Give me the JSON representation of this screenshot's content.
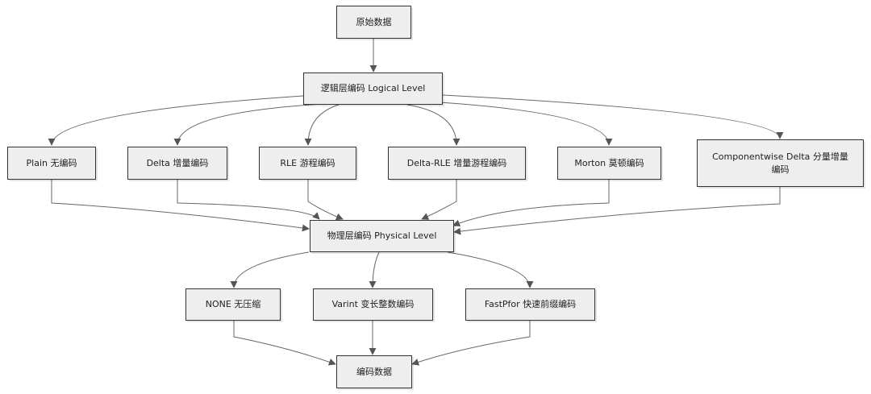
{
  "diagram": {
    "nodes": {
      "raw": "原始数据",
      "logical": "逻辑层编码 Logical Level",
      "plain": "Plain 无编码",
      "delta": "Delta 增量编码",
      "rle": "RLE 游程编码",
      "delta_rle": "Delta-RLE 增量游程编码",
      "morton": "Morton 莫顿编码",
      "componentwise": "Componentwise Delta 分量增量编码",
      "physical": "物理层编码 Physical Level",
      "none": "NONE 无压缩",
      "varint": "Varint 变长整数编码",
      "fastpfor": "FastPfor 快速前缀编码",
      "encoded": "编码数据"
    },
    "edges": [
      [
        "raw",
        "logical"
      ],
      [
        "logical",
        "plain"
      ],
      [
        "logical",
        "delta"
      ],
      [
        "logical",
        "rle"
      ],
      [
        "logical",
        "delta_rle"
      ],
      [
        "logical",
        "morton"
      ],
      [
        "logical",
        "componentwise"
      ],
      [
        "plain",
        "physical"
      ],
      [
        "delta",
        "physical"
      ],
      [
        "rle",
        "physical"
      ],
      [
        "delta_rle",
        "physical"
      ],
      [
        "morton",
        "physical"
      ],
      [
        "componentwise",
        "physical"
      ],
      [
        "physical",
        "none"
      ],
      [
        "physical",
        "varint"
      ],
      [
        "physical",
        "fastpfor"
      ],
      [
        "none",
        "encoded"
      ],
      [
        "varint",
        "encoded"
      ],
      [
        "fastpfor",
        "encoded"
      ]
    ]
  }
}
